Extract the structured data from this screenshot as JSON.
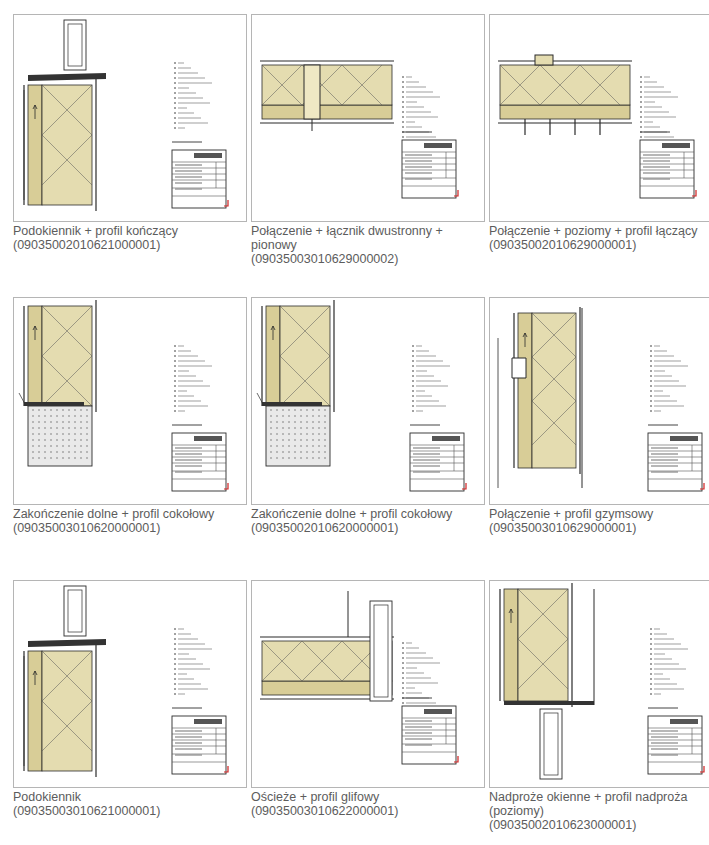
{
  "diagram": {
    "nodes": [
      {
        "text": [
          "Podokiennik + profil kończący",
          "(09035002010621000001)"
        ]
      },
      {
        "text": [
          "Połączenie + łącznik dwustronny + pionowy",
          "(09035003010629000002)"
        ]
      },
      {
        "text": [
          "Połączenie + poziomy + profil łączący",
          "(09035002010629000001)"
        ]
      },
      {
        "text": [
          "Zakończenie dolne + profil cokołowy",
          "(09035003010620000001)"
        ]
      },
      {
        "text": [
          "Zakończenie dolne + profil cokołowy",
          "(09035002010620000001)"
        ]
      },
      {
        "text": [
          "Połączenie + profil gzymsowy",
          "(09035003010629000001)"
        ]
      },
      {
        "text": [
          "Podokiennik",
          "(09035003010621000001)"
        ]
      },
      {
        "text": [
          "Ościeże + profil glifowy",
          "(09035003010622000001)"
        ]
      },
      {
        "text": [
          "Nadproże okienne + profil nadproża (poziomy)",
          "(09035002010623000001)"
        ]
      }
    ]
  }
}
